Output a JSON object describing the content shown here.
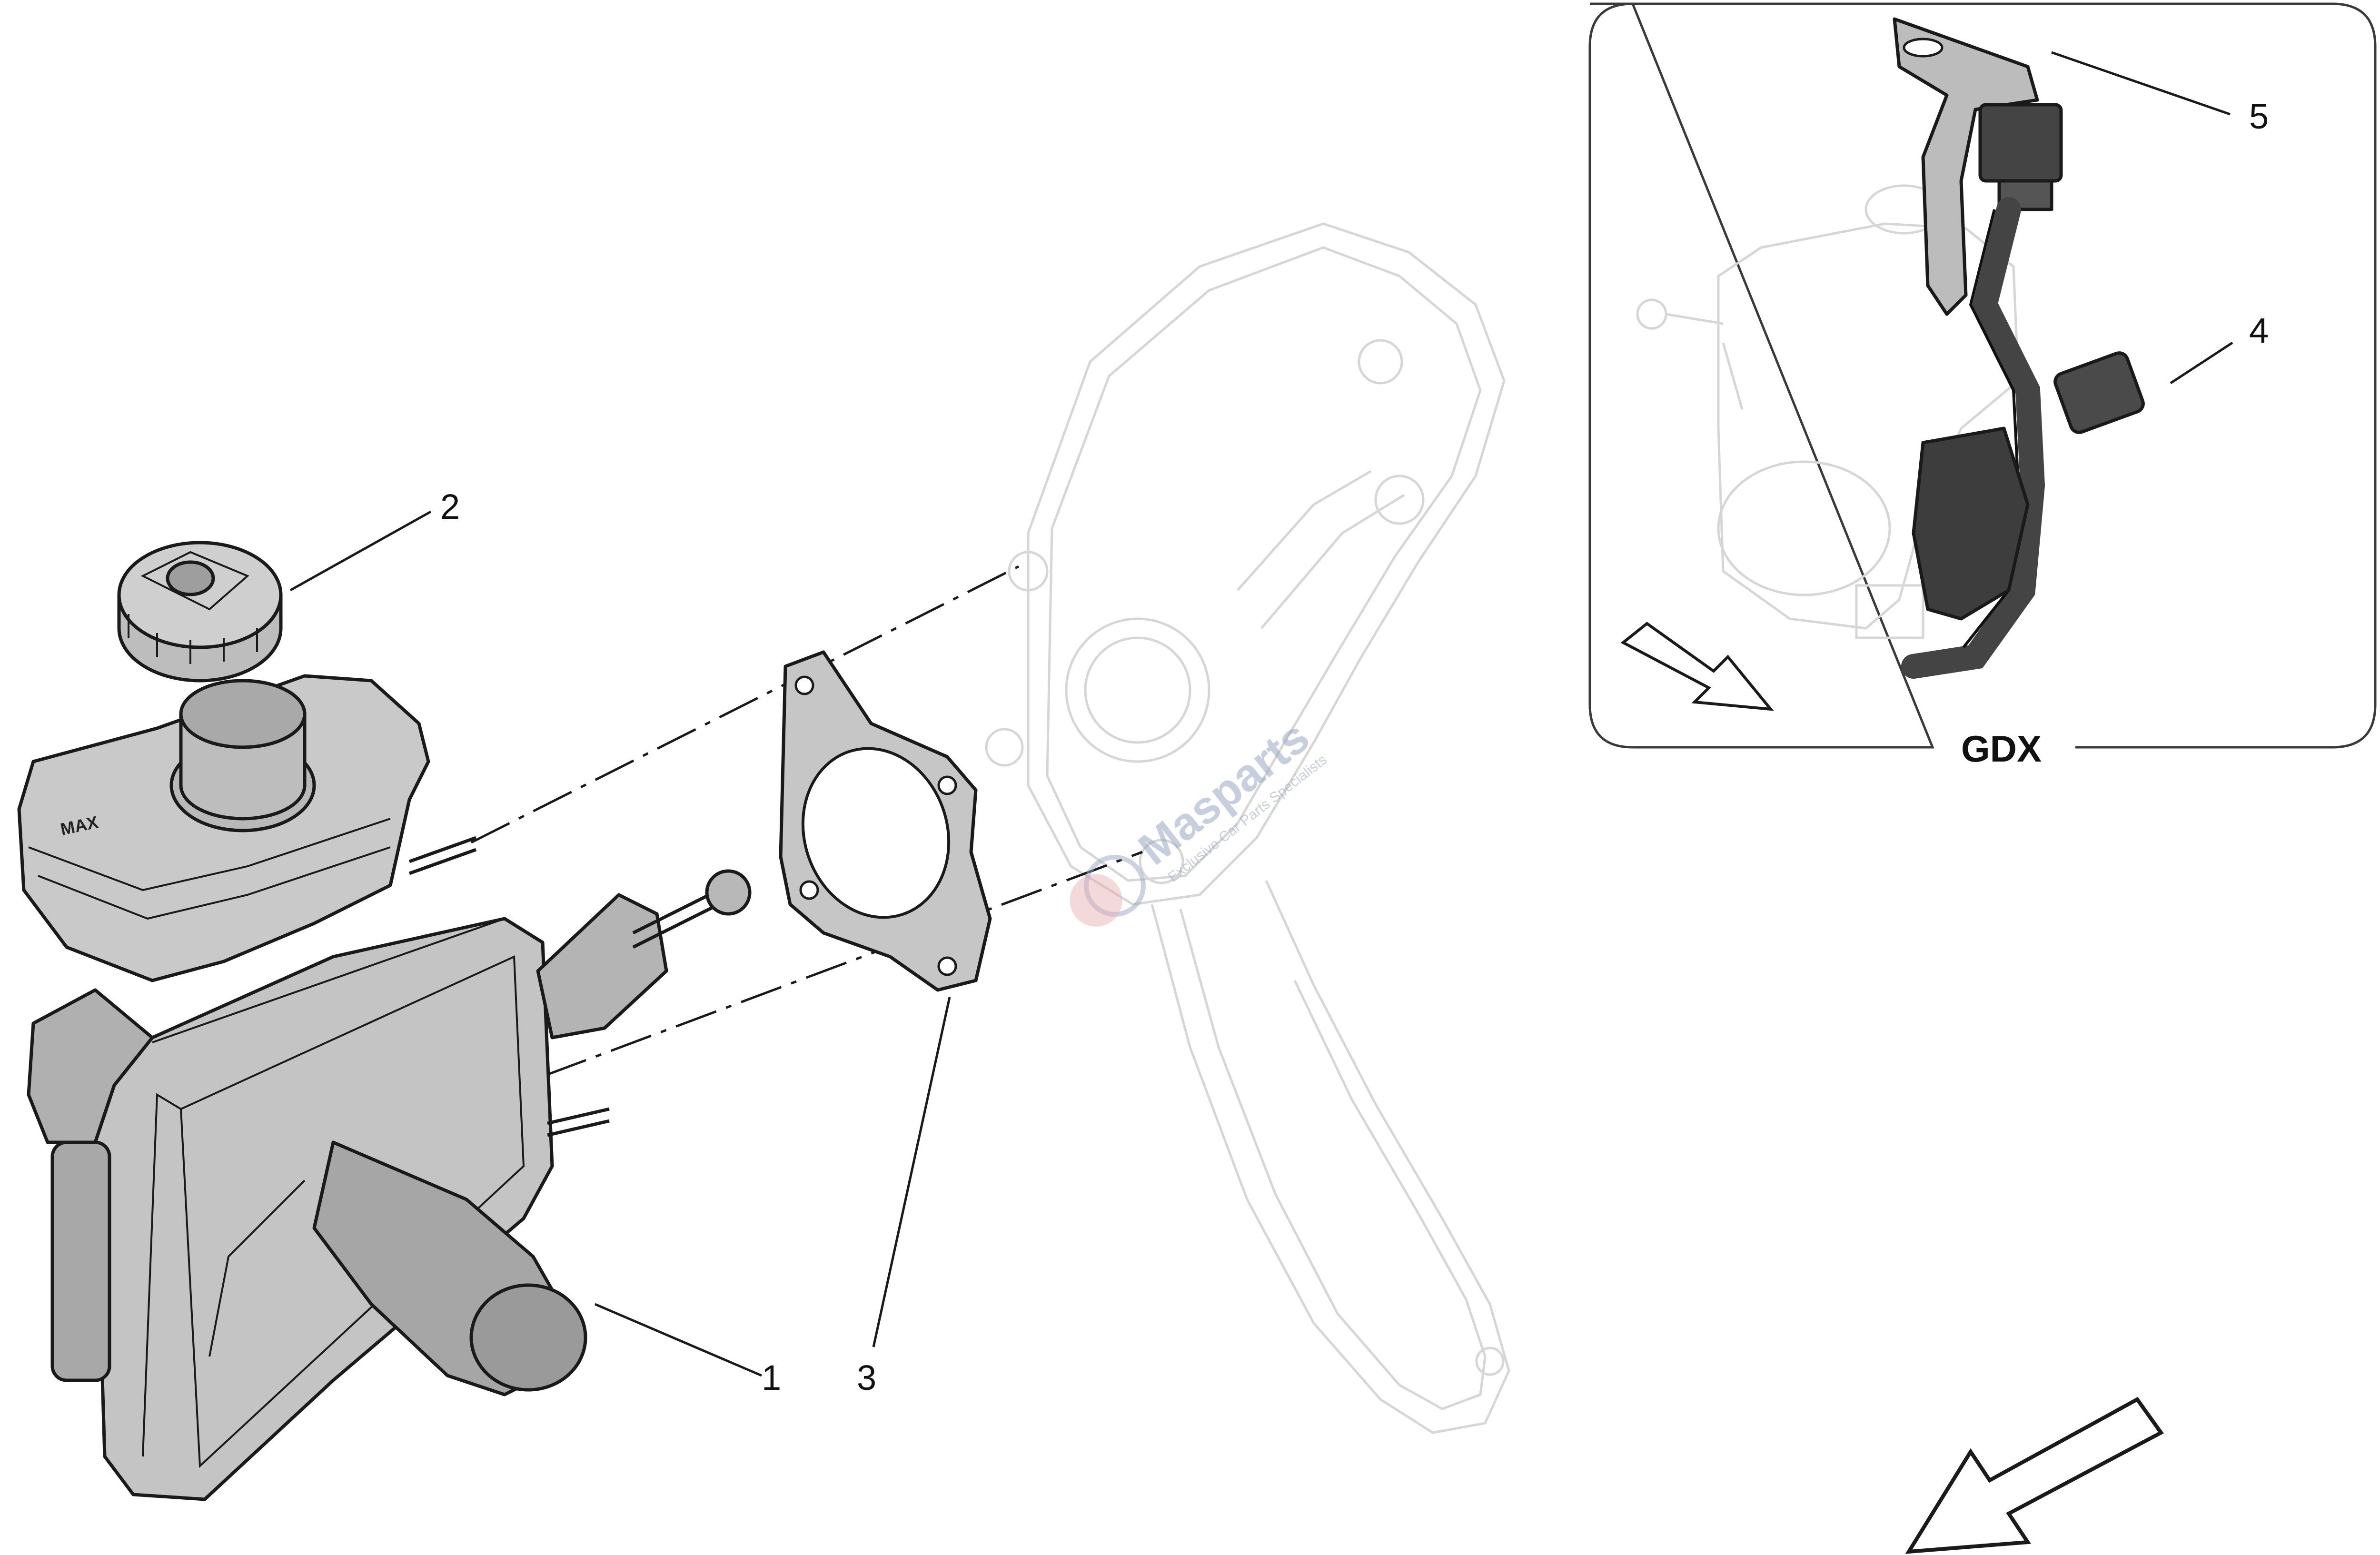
{
  "callouts": [
    {
      "label": "1"
    },
    {
      "label": "2"
    },
    {
      "label": "3"
    },
    {
      "label": "4"
    },
    {
      "label": "5"
    }
  ],
  "inset": {
    "title": "GDX"
  },
  "watermark": {
    "brand": "Masparts",
    "tagline": "Exclusive Car Parts Specialists"
  },
  "reservoir_mark": "MAX",
  "colors": {
    "part_fill": "#c4c4c4",
    "part_dark": "#8e8e8e",
    "ghost_line": "#d6d6d6",
    "cable": "#4a4a4a"
  }
}
